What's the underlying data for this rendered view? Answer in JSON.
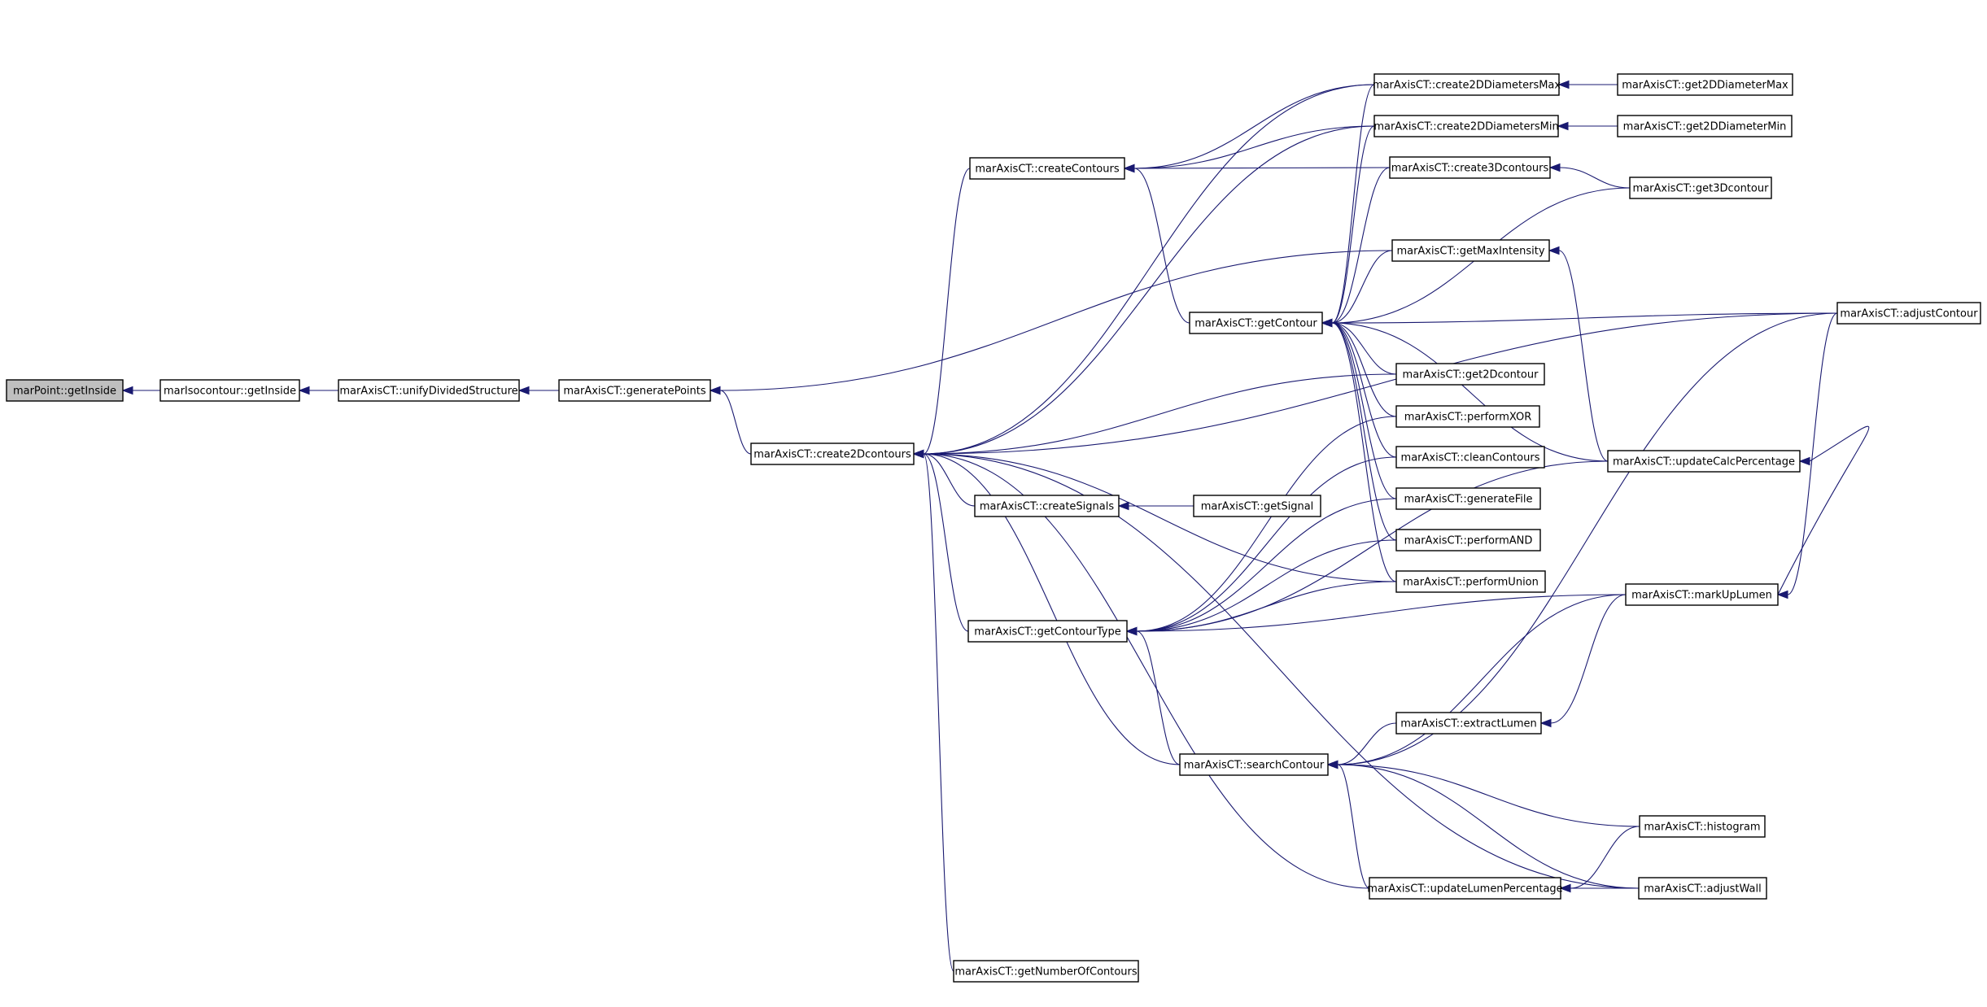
{
  "colors": {
    "edge": "#191970",
    "node_fill": "#ffffff",
    "root_fill": "#bfbfbf",
    "node_border": "#000000",
    "text": "#000000"
  },
  "nodes": [
    {
      "id": "n0",
      "label": "marPoint::getInside",
      "root": true
    },
    {
      "id": "n1",
      "label": "marIsocontour::getInside"
    },
    {
      "id": "n2",
      "label": "marAxisCT::unifyDividedStructure"
    },
    {
      "id": "n3",
      "label": "marAxisCT::generatePoints"
    },
    {
      "id": "n4",
      "label": "marAxisCT::create2Dcontours"
    },
    {
      "id": "n5",
      "label": "marAxisCT::createContours"
    },
    {
      "id": "n6",
      "label": "marAxisCT::createSignals"
    },
    {
      "id": "n7",
      "label": "marAxisCT::getContourType"
    },
    {
      "id": "n8",
      "label": "marAxisCT::getNumberOfContours"
    },
    {
      "id": "n9",
      "label": "marAxisCT::create2DDiametersMax"
    },
    {
      "id": "n10",
      "label": "marAxisCT::create2DDiametersMin"
    },
    {
      "id": "n11",
      "label": "marAxisCT::create3Dcontours"
    },
    {
      "id": "n12",
      "label": "marAxisCT::getMaxIntensity"
    },
    {
      "id": "n13",
      "label": "marAxisCT::getContour"
    },
    {
      "id": "n14",
      "label": "marAxisCT::get2Dcontour"
    },
    {
      "id": "n15",
      "label": "marAxisCT::performXOR"
    },
    {
      "id": "n16",
      "label": "marAxisCT::cleanContours"
    },
    {
      "id": "n17",
      "label": "marAxisCT::generateFile"
    },
    {
      "id": "n18",
      "label": "marAxisCT::performAND"
    },
    {
      "id": "n19",
      "label": "marAxisCT::performUnion"
    },
    {
      "id": "n20",
      "label": "marAxisCT::getSignal"
    },
    {
      "id": "n21",
      "label": "marAxisCT::searchContour"
    },
    {
      "id": "n22",
      "label": "marAxisCT::extractLumen"
    },
    {
      "id": "n23",
      "label": "marAxisCT::updateLumenPercentage"
    },
    {
      "id": "n24",
      "label": "marAxisCT::get2DDiameterMax"
    },
    {
      "id": "n25",
      "label": "marAxisCT::get2DDiameterMin"
    },
    {
      "id": "n26",
      "label": "marAxisCT::get3Dcontour"
    },
    {
      "id": "n27",
      "label": "marAxisCT::updateCalcPercentage"
    },
    {
      "id": "n28",
      "label": "marAxisCT::markUpLumen"
    },
    {
      "id": "n29",
      "label": "marAxisCT::histogram"
    },
    {
      "id": "n30",
      "label": "marAxisCT::adjustWall"
    },
    {
      "id": "n31",
      "label": "marAxisCT::adjustContour"
    }
  ],
  "edges": [
    {
      "from": "n1",
      "to": "n0"
    },
    {
      "from": "n2",
      "to": "n1"
    },
    {
      "from": "n3",
      "to": "n2"
    },
    {
      "from": "n4",
      "to": "n3"
    },
    {
      "from": "n12",
      "to": "n3"
    },
    {
      "from": "n5",
      "to": "n4"
    },
    {
      "from": "n6",
      "to": "n4"
    },
    {
      "from": "n7",
      "to": "n4"
    },
    {
      "from": "n8",
      "to": "n4"
    },
    {
      "from": "n9",
      "to": "n4"
    },
    {
      "from": "n10",
      "to": "n4"
    },
    {
      "from": "n14",
      "to": "n4"
    },
    {
      "from": "n19",
      "to": "n4"
    },
    {
      "from": "n21",
      "to": "n4"
    },
    {
      "from": "n23",
      "to": "n4"
    },
    {
      "from": "n30",
      "to": "n4"
    },
    {
      "from": "n31",
      "to": "n4"
    },
    {
      "from": "n9",
      "to": "n5"
    },
    {
      "from": "n10",
      "to": "n5"
    },
    {
      "from": "n11",
      "to": "n5"
    },
    {
      "from": "n13",
      "to": "n5"
    },
    {
      "from": "n20",
      "to": "n6"
    },
    {
      "from": "n15",
      "to": "n7"
    },
    {
      "from": "n16",
      "to": "n7"
    },
    {
      "from": "n17",
      "to": "n7"
    },
    {
      "from": "n18",
      "to": "n7"
    },
    {
      "from": "n19",
      "to": "n7"
    },
    {
      "from": "n21",
      "to": "n7"
    },
    {
      "from": "n27",
      "to": "n7"
    },
    {
      "from": "n28",
      "to": "n7"
    },
    {
      "from": "n24",
      "to": "n9"
    },
    {
      "from": "n25",
      "to": "n10"
    },
    {
      "from": "n26",
      "to": "n11"
    },
    {
      "from": "n27",
      "to": "n12"
    },
    {
      "from": "n9",
      "to": "n13"
    },
    {
      "from": "n10",
      "to": "n13"
    },
    {
      "from": "n11",
      "to": "n13"
    },
    {
      "from": "n12",
      "to": "n13"
    },
    {
      "from": "n14",
      "to": "n13"
    },
    {
      "from": "n15",
      "to": "n13"
    },
    {
      "from": "n16",
      "to": "n13"
    },
    {
      "from": "n17",
      "to": "n13"
    },
    {
      "from": "n18",
      "to": "n13"
    },
    {
      "from": "n19",
      "to": "n13"
    },
    {
      "from": "n26",
      "to": "n13"
    },
    {
      "from": "n27",
      "to": "n13"
    },
    {
      "from": "n31",
      "to": "n13"
    },
    {
      "from": "n22",
      "to": "n21"
    },
    {
      "from": "n23",
      "to": "n21"
    },
    {
      "from": "n28",
      "to": "n21"
    },
    {
      "from": "n29",
      "to": "n21"
    },
    {
      "from": "n30",
      "to": "n21"
    },
    {
      "from": "n31",
      "to": "n21"
    },
    {
      "from": "n28",
      "to": "n22"
    },
    {
      "from": "n29",
      "to": "n23"
    },
    {
      "from": "n30",
      "to": "n23"
    },
    {
      "from": "n28",
      "to": "n27"
    },
    {
      "from": "n31",
      "to": "n28"
    }
  ]
}
